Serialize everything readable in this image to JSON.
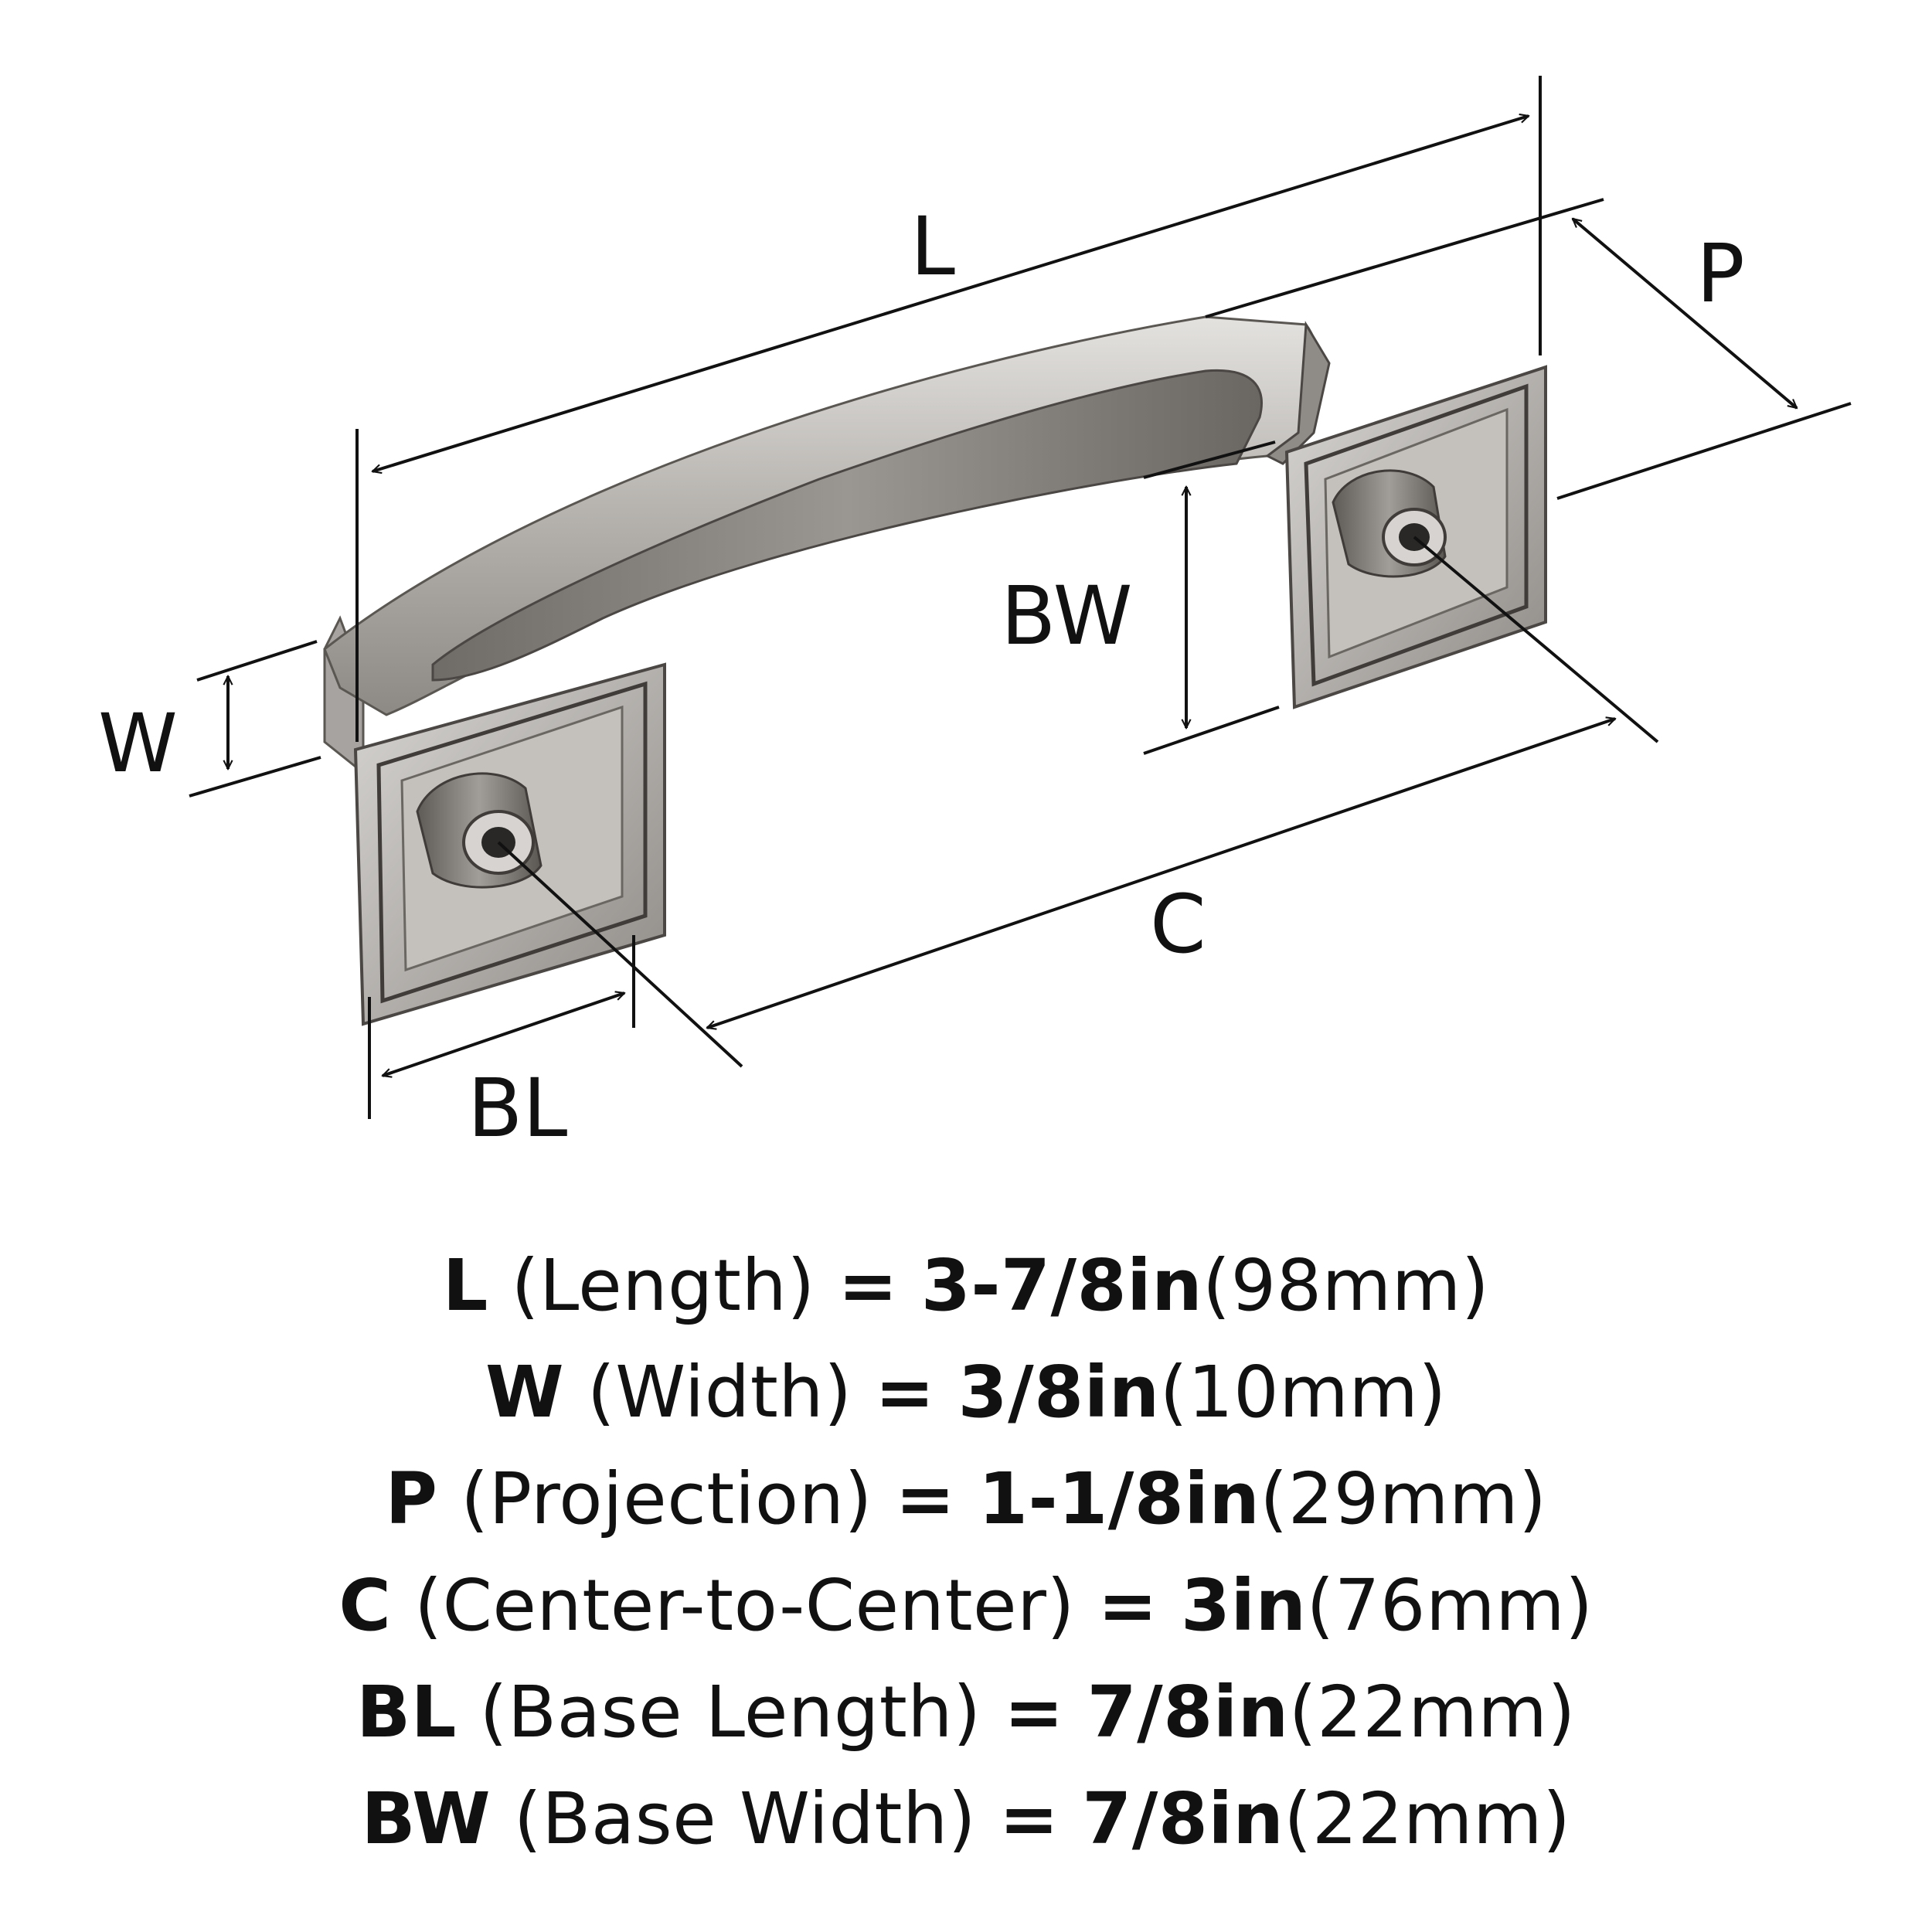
{
  "colors": {
    "ink": "#111111",
    "metal_light": "#c9c7c4",
    "metal_mid": "#a9a6a2",
    "metal_dark": "#7a7672",
    "metal_shadow": "#4a4744",
    "background": "#ffffff"
  },
  "labels": {
    "L": "L",
    "P": "P",
    "W": "W",
    "BW": "BW",
    "C": "C",
    "BL": "BL"
  },
  "specs": [
    {
      "abbr": "L",
      "name": "(Length)",
      "eq": "=",
      "imperial": "3-7/8in",
      "metric": "(98mm)"
    },
    {
      "abbr": "W",
      "name": "(Width)",
      "eq": "=",
      "imperial": "3/8in",
      "metric": "(10mm)"
    },
    {
      "abbr": "P",
      "name": "(Projection)",
      "eq": "=",
      "imperial": "1-1/8in",
      "metric": "(29mm)"
    },
    {
      "abbr": "C",
      "name": "(Center-to-Center)",
      "eq": "=",
      "imperial": "3in",
      "metric": "(76mm)"
    },
    {
      "abbr": "BL",
      "name": "(Base Length)",
      "eq": "=",
      "imperial": "7/8in",
      "metric": "(22mm)"
    },
    {
      "abbr": "BW",
      "name": "(Base Width)",
      "eq": "=",
      "imperial": "7/8in",
      "metric": "(22mm)"
    }
  ]
}
